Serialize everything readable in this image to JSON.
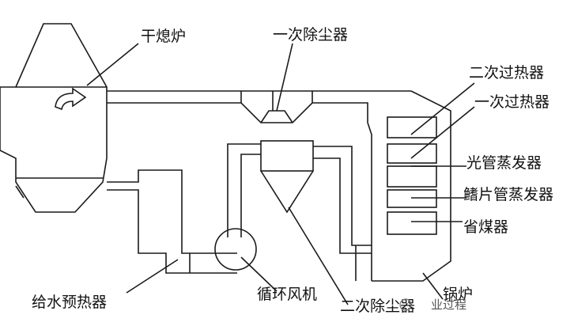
{
  "diagram": {
    "labels": {
      "dryer": "干熄炉",
      "primary_dust_collector": "一次除尘器",
      "secondary_superheater": "二次过热器",
      "primary_superheater": "一次过热器",
      "bare_tube_evaporator": "光管蒸发器",
      "finned_tube_evaporator": "鳍片管蒸发器",
      "economizer": "省煤器",
      "feedwater_preheater": "给水预热器",
      "circulating_fan": "循环风机",
      "secondary_dust_collector": "二次除尘器",
      "boiler": "锅炉"
    },
    "watermark": "业过程"
  }
}
